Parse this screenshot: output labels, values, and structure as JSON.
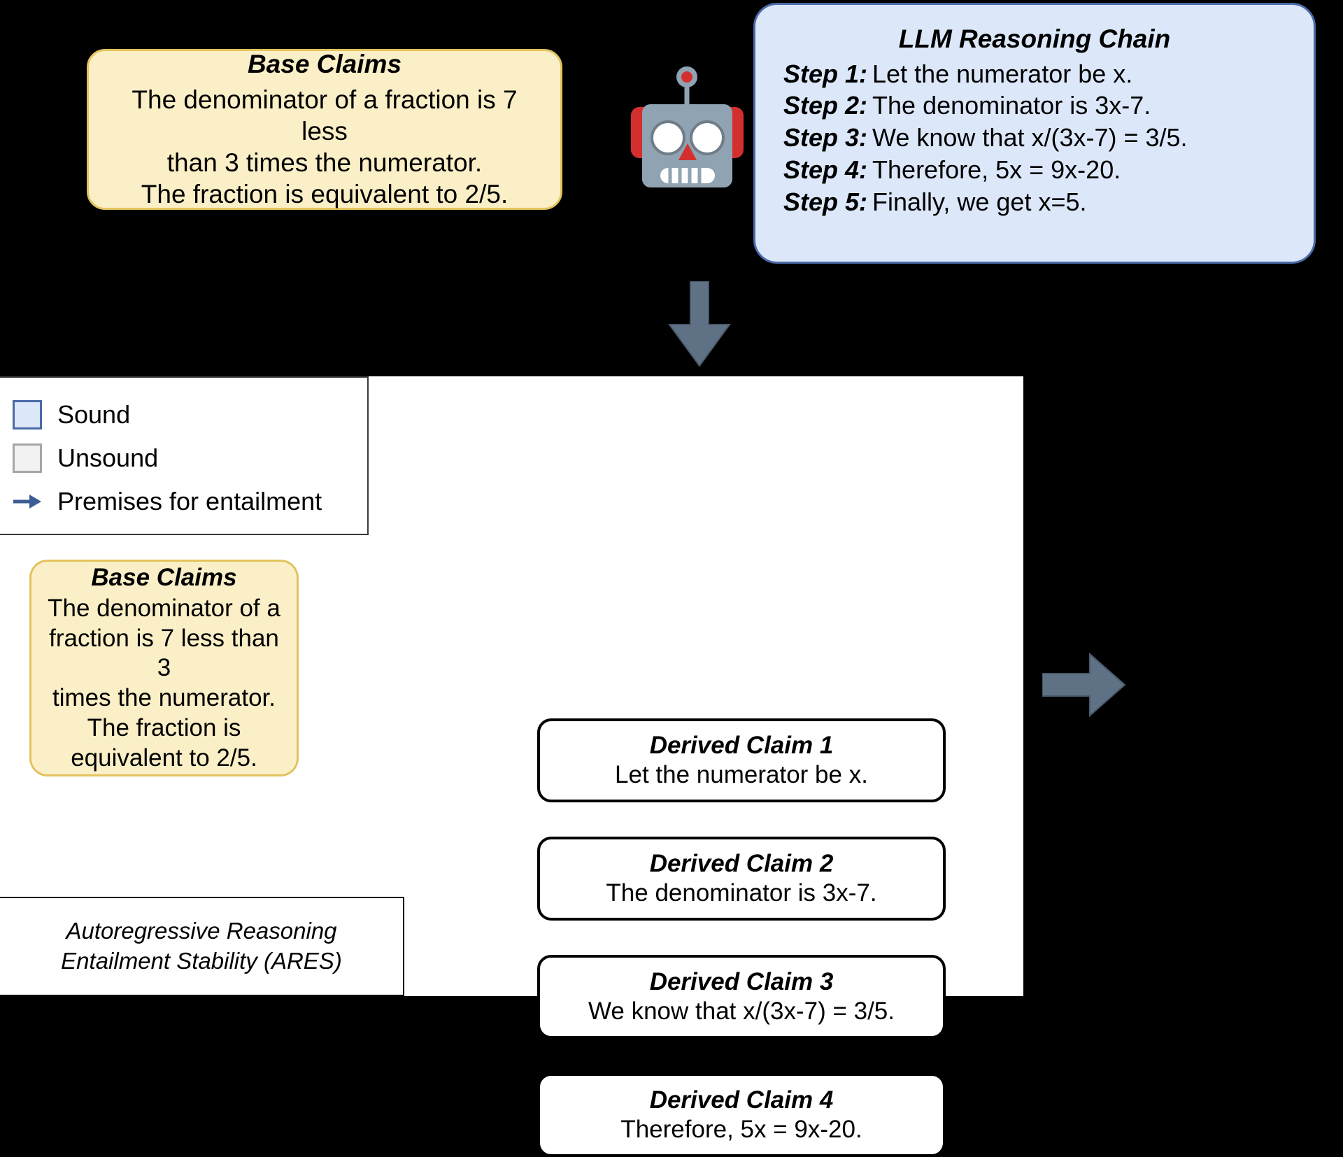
{
  "top": {
    "base_claims": {
      "title": "Base Claims",
      "lines": [
        "The denominator of a fraction is 7 less",
        "than 3 times the numerator.",
        "The fraction is equivalent to 2/5."
      ]
    },
    "llm_chain": {
      "title": "LLM Reasoning Chain",
      "steps": [
        {
          "label": "Step 1:",
          "text": "Let the numerator be x."
        },
        {
          "label": "Step 2:",
          "text": "The denominator is 3x-7."
        },
        {
          "label": "Step 3:",
          "text": "We know that x/(3x-7) = 3/5."
        },
        {
          "label": "Step 4:",
          "text": "Therefore, 5x = 9x-20."
        },
        {
          "label": "Step 5:",
          "text": "Finally, we get x=5."
        }
      ]
    },
    "robot_icon": "robot-icon",
    "down_arrow_icon": "down-arrow-icon"
  },
  "panel": {
    "legend": {
      "items": [
        {
          "icon": "sound-swatch",
          "label": "Sound"
        },
        {
          "icon": "unsound-swatch",
          "label": "Unsound"
        },
        {
          "icon": "premise-arrow-icon",
          "label": "Premises for entailment"
        }
      ]
    },
    "base_claims": {
      "title": "Base Claims",
      "lines": [
        "The denominator of a",
        "fraction is 7 less than 3",
        "times the numerator.",
        "The fraction is",
        "equivalent to 2/5."
      ]
    },
    "ares": {
      "line1": "Autoregressive Reasoning",
      "line2": "Entailment Stability (ARES)"
    },
    "derived_claims": [
      {
        "title": "Derived Claim 1",
        "text": "Let the numerator be x."
      },
      {
        "title": "Derived Claim 2",
        "text": "The denominator is 3x-7."
      },
      {
        "title": "Derived Claim 3",
        "text": "We know that x/(3x-7) = 3/5."
      },
      {
        "title": "Derived Claim 4",
        "text": "Therefore, 5x = 9x-20."
      }
    ],
    "right_arrow_icon": "right-arrow-icon"
  },
  "colors": {
    "sound_fill": "#DCE8FA",
    "sound_border": "#4B6AA8",
    "unsound_fill": "#F2F2F2",
    "unsound_border": "#A6A6A6",
    "base_claims_fill": "#FAEFC6",
    "base_claims_border": "#E2C35E",
    "arrow_gray": "#5F7285",
    "robot_body": "#8FA3B3",
    "robot_accent": "#D32F2F",
    "background": "#000000",
    "panel_background": "#FFFFFF"
  }
}
